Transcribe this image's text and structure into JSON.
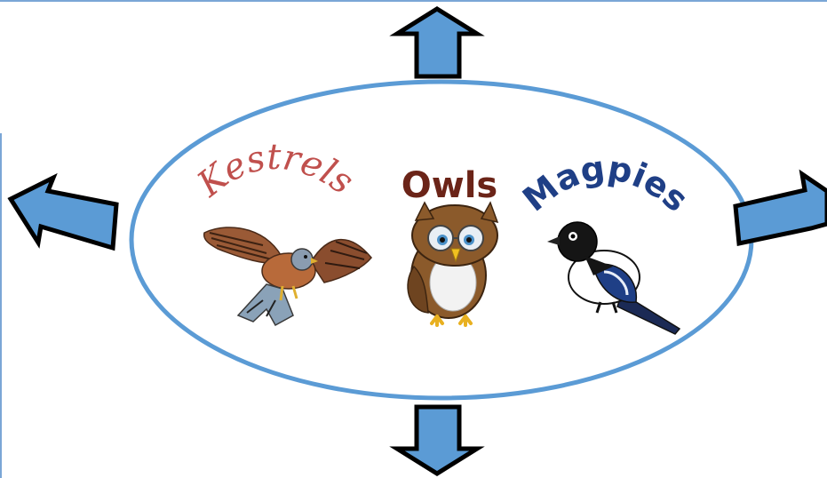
{
  "groups": {
    "kestrels": {
      "label": "Kestrels",
      "color": "#c0504d"
    },
    "owls": {
      "label": "Owls",
      "color": "#6b2418"
    },
    "magpies": {
      "label": "Magpies",
      "color": "#1f3f86"
    }
  },
  "colors": {
    "arrow_fill": "#5b9bd5",
    "arrow_stroke": "#000000",
    "ellipse_stroke": "#5b9bd5"
  },
  "arrows": [
    "arrow-up",
    "arrow-down",
    "arrow-left",
    "arrow-right"
  ]
}
